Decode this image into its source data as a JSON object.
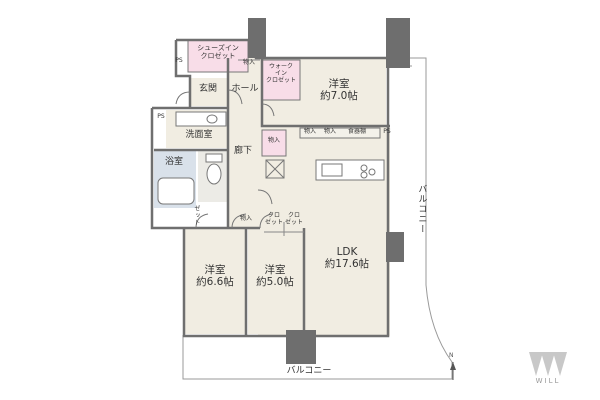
{
  "rooms": {
    "shoes_closet": "シューズイン\nクロゼット",
    "storage": "物入",
    "walkin_closet": "ウォーク\nイン\nクロゼット",
    "western_room_1": "洋室\n約7.0帖",
    "entrance": "玄関",
    "hall": "ホール",
    "washroom": "洗面室",
    "bathroom": "浴室",
    "corridor": "廊下",
    "kitchen_storage_1": "物入",
    "kitchen_storage_2": "物入",
    "pantry": "食器棚",
    "ps": "PS",
    "ldk": "LDK\n約17.6帖",
    "western_room_2": "洋室\n約6.6帖",
    "western_room_3": "洋室\n約5.0帖",
    "closet_a": "クロ\nゼット",
    "closet_b": "クロ\nゼット",
    "closet_small": "ゼット",
    "storage_bottom": "物入"
  },
  "balcony": {
    "right": "バルコニー",
    "bottom": "バルコニー"
  },
  "compass": {
    "label": "N"
  },
  "brand": {
    "name": "WILL"
  },
  "colors": {
    "room_floor": "#f1ede2",
    "bath_floor": "#d9e1ea",
    "wall": "#6f6f6f",
    "column": "#6e6e6e",
    "closet_pink": "#f8dde8",
    "line": "#666666"
  }
}
